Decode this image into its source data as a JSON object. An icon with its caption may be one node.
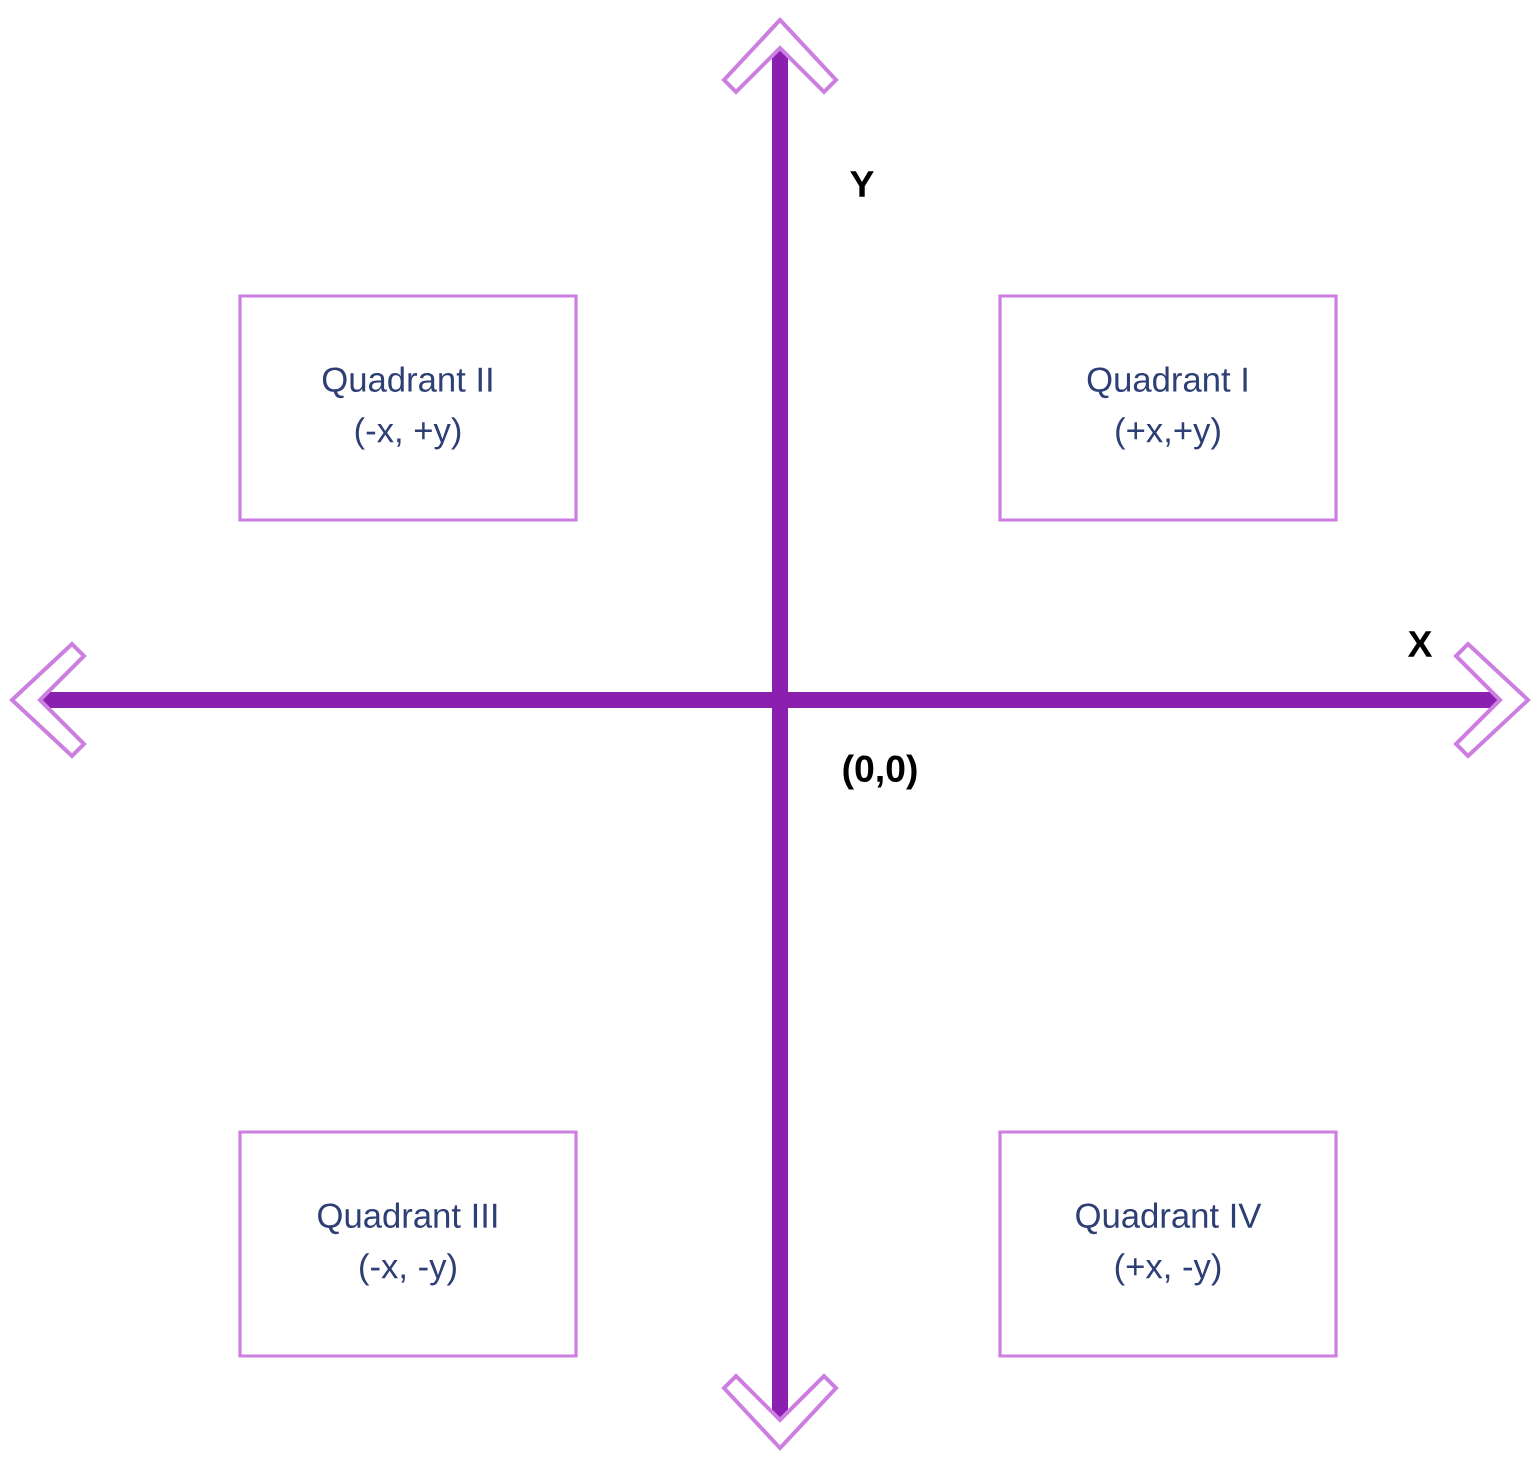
{
  "diagram": {
    "nodes": [
      {
        "text": [
          "Quadrant II",
          "(-x, +y)"
        ]
      },
      {
        "text": [
          "Quadrant I",
          "(+x,+y)"
        ]
      },
      {
        "text": [
          "Quadrant III",
          "(-x, -y)"
        ]
      },
      {
        "text": [
          "Quadrant IV",
          "(+x, -y)"
        ]
      }
    ],
    "labels": [
      "Y",
      "X",
      "(0,0)"
    ]
  }
}
